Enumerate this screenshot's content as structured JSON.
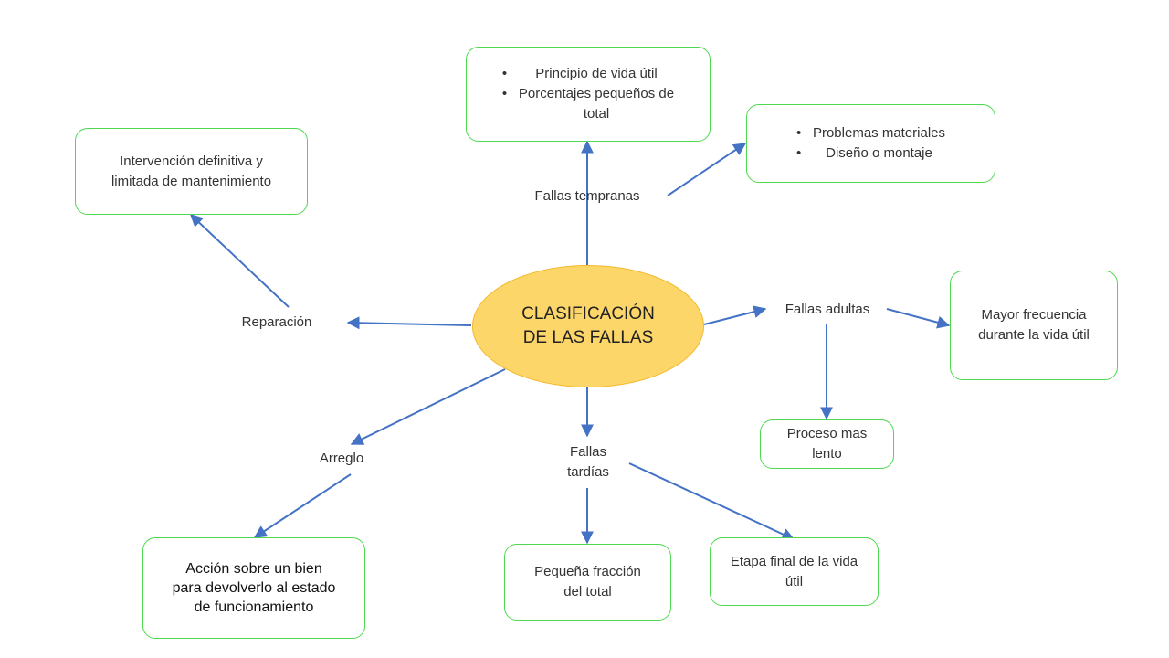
{
  "center": {
    "line1": "CLASIFICACIÓN",
    "line2": "DE LAS FALLAS"
  },
  "labels": {
    "fallas_tempranas": "Fallas tempranas",
    "fallas_adultas": "Fallas adultas",
    "fallas_tardias_1": "Fallas",
    "fallas_tardias_2": "tardías",
    "reparacion": "Reparación",
    "arreglo": "Arreglo"
  },
  "boxes": {
    "principio": {
      "item1": "Principio de vida útil",
      "item2_line1": "Porcentajes pequeños de",
      "item2_line2": "total"
    },
    "problemas": {
      "item1": "Problemas materiales",
      "item2": "Diseño o montaje"
    },
    "intervencion": {
      "line1": "Intervención definitiva y",
      "line2": "limitada de mantenimiento"
    },
    "mayor_frecuencia": {
      "line1": "Mayor frecuencia",
      "line2": "durante la vida útil"
    },
    "proceso": {
      "line1": "Proceso mas",
      "line2": "lento"
    },
    "accion": {
      "line1": "Acción sobre un bien",
      "line2": "para devolverlo al estado",
      "line3": "de funcionamiento"
    },
    "pequena": {
      "line1": "Pequeña fracción",
      "line2": "del total"
    },
    "etapa": {
      "line1": "Etapa final de la vida",
      "line2": "útil"
    }
  },
  "colors": {
    "arrow": "#4472c4",
    "box_border": "#4fd84f",
    "center_fill": "#fdd66a",
    "center_border": "#f2b92a"
  }
}
